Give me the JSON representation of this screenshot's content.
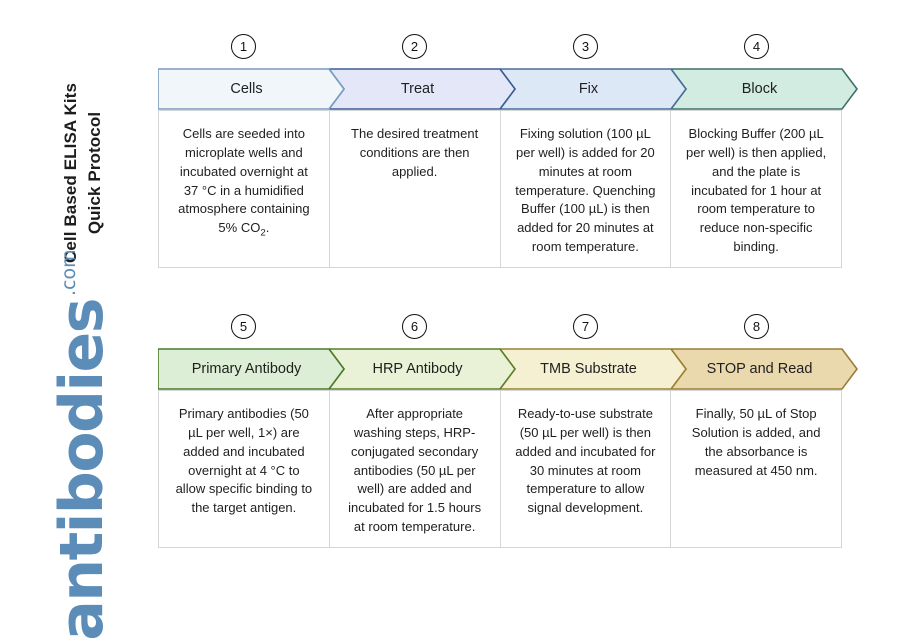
{
  "title": {
    "line1": "Cell Based ELISA Kits",
    "line2": "Quick Protocol"
  },
  "logo": {
    "word": "antibodies",
    "suffix": ".com",
    "color": "#5b8db8"
  },
  "rows": [
    {
      "id": "row-1",
      "steps": [
        {
          "number": "1",
          "label": "Cells",
          "description": "Cells are seeded into microplate wells and incubated overnight at 37 °C in a humidified atmosphere containing 5% CO",
          "description_sub": "2",
          "description_tail": ".",
          "fill": "#f1f6fb",
          "stroke": "#7a9cc0"
        },
        {
          "number": "2",
          "label": "Treat",
          "description": "The desired treatment conditions are then applied.",
          "fill": "#e3e7f8",
          "stroke": "#3b5e91"
        },
        {
          "number": "3",
          "label": "Fix",
          "description": "Fixing solution (100 µL per well) is added for 20 minutes at room temperature. Quenching Buffer (100 µL) is then added for 20 minutes at room temperature.",
          "fill": "#dce8f6",
          "stroke": "#4a6f95"
        },
        {
          "number": "4",
          "label": "Block",
          "description": "Blocking Buffer (200 µL per well) is then applied, and the plate is incubated for 1 hour at room temperature to reduce non-specific binding.",
          "fill": "#d2ece2",
          "stroke": "#3f7069"
        }
      ]
    },
    {
      "id": "row-2",
      "steps": [
        {
          "number": "5",
          "label": "Primary Antibody",
          "description": "Primary antibodies (50 µL per well, 1×) are added and incubated overnight at 4 °C to allow specific binding to the target antigen.",
          "fill": "#dceed5",
          "stroke": "#4b7a2b"
        },
        {
          "number": "6",
          "label": "HRP Antibody",
          "description": "After appropriate washing steps, HRP-conjugated secondary antibodies (50 µL per well) are added and incubated for 1.5 hours at room temperature.",
          "fill": "#e9f2d7",
          "stroke": "#5c7f2a"
        },
        {
          "number": "7",
          "label": "TMB Substrate",
          "description": "Ready-to-use substrate (50 µL per well) is then added and incubated for 30 minutes at room temperature to allow signal development.",
          "fill": "#f6f0d2",
          "stroke": "#9a8231"
        },
        {
          "number": "8",
          "label": "STOP and Read",
          "description": "Finally, 50 µL of Stop Solution is added, and the absorbance is measured at 450 nm.",
          "fill": "#e9d9ad",
          "stroke": "#9a7d34"
        }
      ]
    }
  ]
}
